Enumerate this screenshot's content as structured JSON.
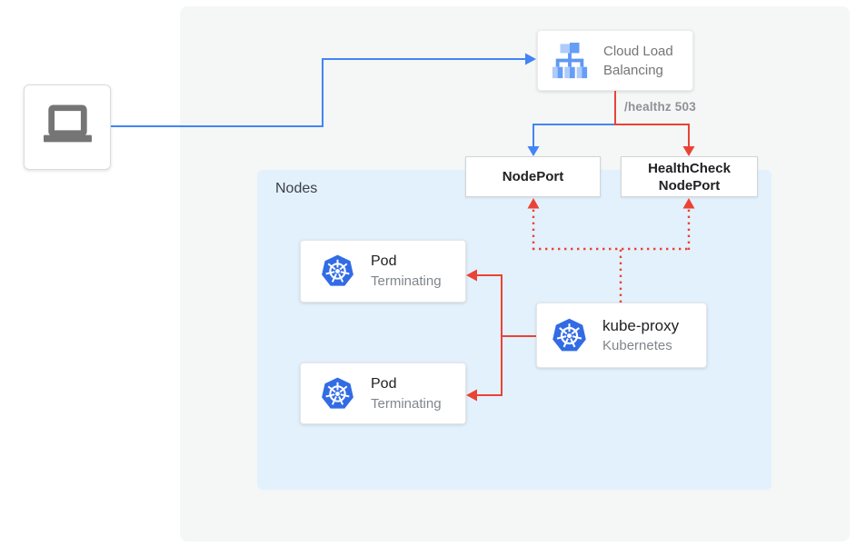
{
  "colors": {
    "accent_blue": "#4285f4",
    "accent_red": "#ea4335",
    "kubernetes_blue": "#326ce5",
    "nodes_background": "#e3f1fc",
    "canvas_background": "#f5f6f6",
    "text_dark": "#202124",
    "text_gray": "#757575",
    "text_light_gray": "#80868b"
  },
  "client": {
    "icon": "laptop-icon"
  },
  "cloud_lb": {
    "label": "Cloud Load Balancing",
    "icon": "cloud-load-balancing-icon"
  },
  "edge_labels": {
    "healthz": "/healthz 503"
  },
  "nodeport": {
    "label": "NodePort"
  },
  "healthcheck_nodeport": {
    "label": "HealthCheck NodePort"
  },
  "nodes_group": {
    "label": "Nodes"
  },
  "pods": [
    {
      "title": "Pod",
      "status": "Terminating",
      "icon": "kubernetes-icon"
    },
    {
      "title": "Pod",
      "status": "Terminating",
      "icon": "kubernetes-icon"
    }
  ],
  "kube_proxy": {
    "title": "kube-proxy",
    "subtitle": "Kubernetes",
    "icon": "kubernetes-icon"
  }
}
